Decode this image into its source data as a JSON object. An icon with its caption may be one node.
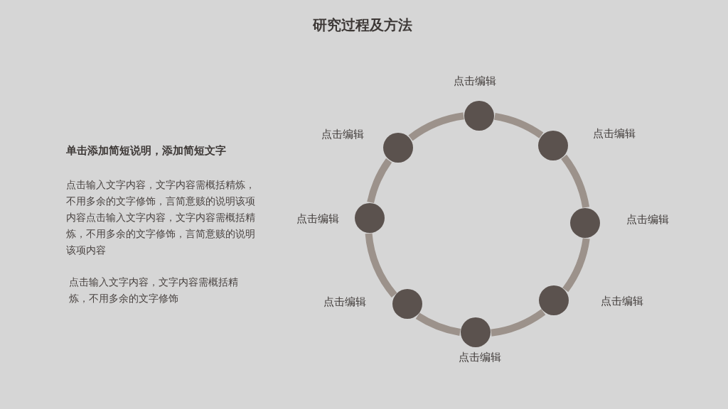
{
  "diagram": {
    "title": "研究过程及方法",
    "nodes": [
      {
        "text": [],
        "shape": "circle",
        "beside": [
          "点击编辑"
        ]
      },
      {
        "text": [],
        "shape": "circle",
        "beside": [
          "点击编辑"
        ]
      },
      {
        "text": [],
        "shape": "circle",
        "beside": [
          "点击编辑"
        ]
      },
      {
        "text": [],
        "shape": "circle",
        "beside": [
          "点击编辑"
        ]
      },
      {
        "text": [],
        "shape": "circle",
        "beside": [
          "点击编辑"
        ]
      },
      {
        "text": [],
        "shape": "circle",
        "beside": [
          "点击编辑"
        ]
      },
      {
        "text": [],
        "shape": "circle",
        "beside": [
          "点击编辑"
        ]
      },
      {
        "text": [],
        "shape": "circle",
        "beside": [
          "点击编辑"
        ]
      }
    ],
    "edges": [
      {
        "from": 0,
        "to": 1,
        "arrow": "none"
      },
      {
        "from": 1,
        "to": 2,
        "arrow": "none"
      },
      {
        "from": 2,
        "to": 3,
        "arrow": "none"
      },
      {
        "from": 3,
        "to": 4,
        "arrow": "none"
      },
      {
        "from": 4,
        "to": 5,
        "arrow": "none"
      },
      {
        "from": 5,
        "to": 6,
        "arrow": "none"
      },
      {
        "from": 6,
        "to": 7,
        "arrow": "none"
      },
      {
        "from": 7,
        "to": 0,
        "arrow": "none"
      }
    ],
    "labels": [
      "单击添加简短说明，添加简短文字",
      "点击输入文字内容，文字内容需概括精炼，不用多余的文字修饰，言简意赅的说明该项内容点击输入文字内容，文字内容需概括精炼，不用多余的文字修饰，言简意赅的说明该项内容",
      "点击输入文字内容，文字内容需概括精炼，不用多余的文字修饰"
    ]
  }
}
